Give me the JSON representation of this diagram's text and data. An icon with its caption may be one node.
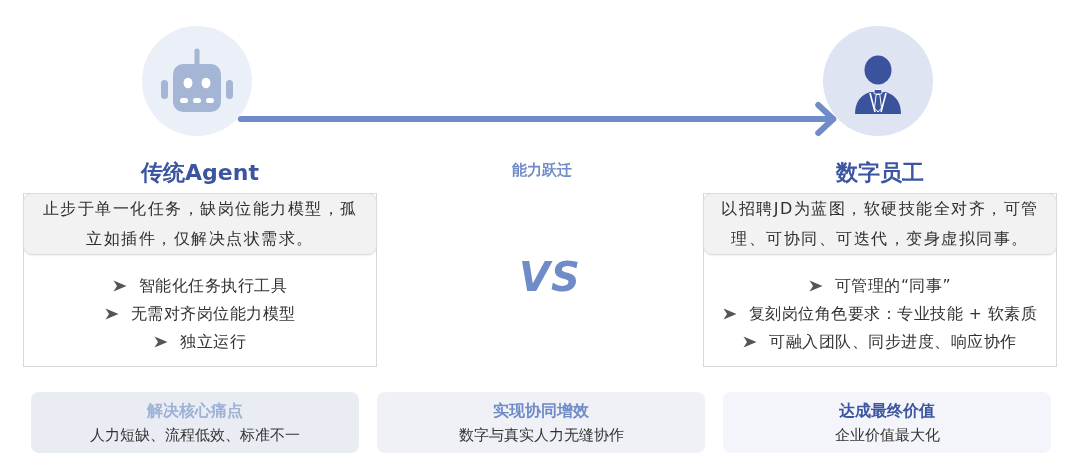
{
  "diagram": {
    "nodes": [
      {
        "text": [],
        "shape": "circle"
      },
      {
        "text": [
          "传统Agent",
          "智能化任务执行工具",
          "无需对齐岗位能力模型",
          "独立运行"
        ]
      },
      {
        "text": [
          "止步于单一化任务，缺岗位能力模型，孤立如插件，仅解决点状需求。"
        ],
        "in": 1
      },
      {
        "text": [],
        "shape": "circle"
      },
      {
        "text": [
          "数字员工",
          "可管理的“同事”",
          "复刻岗位角色要求：专业技能 + 软素质",
          "可融入团队、同步进度、响应协作"
        ]
      },
      {
        "text": [
          "以招聘JD为蓝图，软硬技能全对齐，可管理、可协同、可迭代，变身虚拟同事。"
        ],
        "in": 4
      },
      {
        "text": [
          "解决核心痛点",
          "人力短缺、流程低效、标准不一"
        ]
      },
      {
        "text": [
          "实现协同增效",
          "数字与真实人力无缝协作"
        ]
      },
      {
        "text": [
          "达成最终价值",
          "企业价值最大化"
        ]
      }
    ],
    "edges": [
      {
        "from": 0,
        "to": 3,
        "arrow": "to",
        "label": "能力跃迁"
      }
    ],
    "labels": [
      "VS"
    ]
  }
}
